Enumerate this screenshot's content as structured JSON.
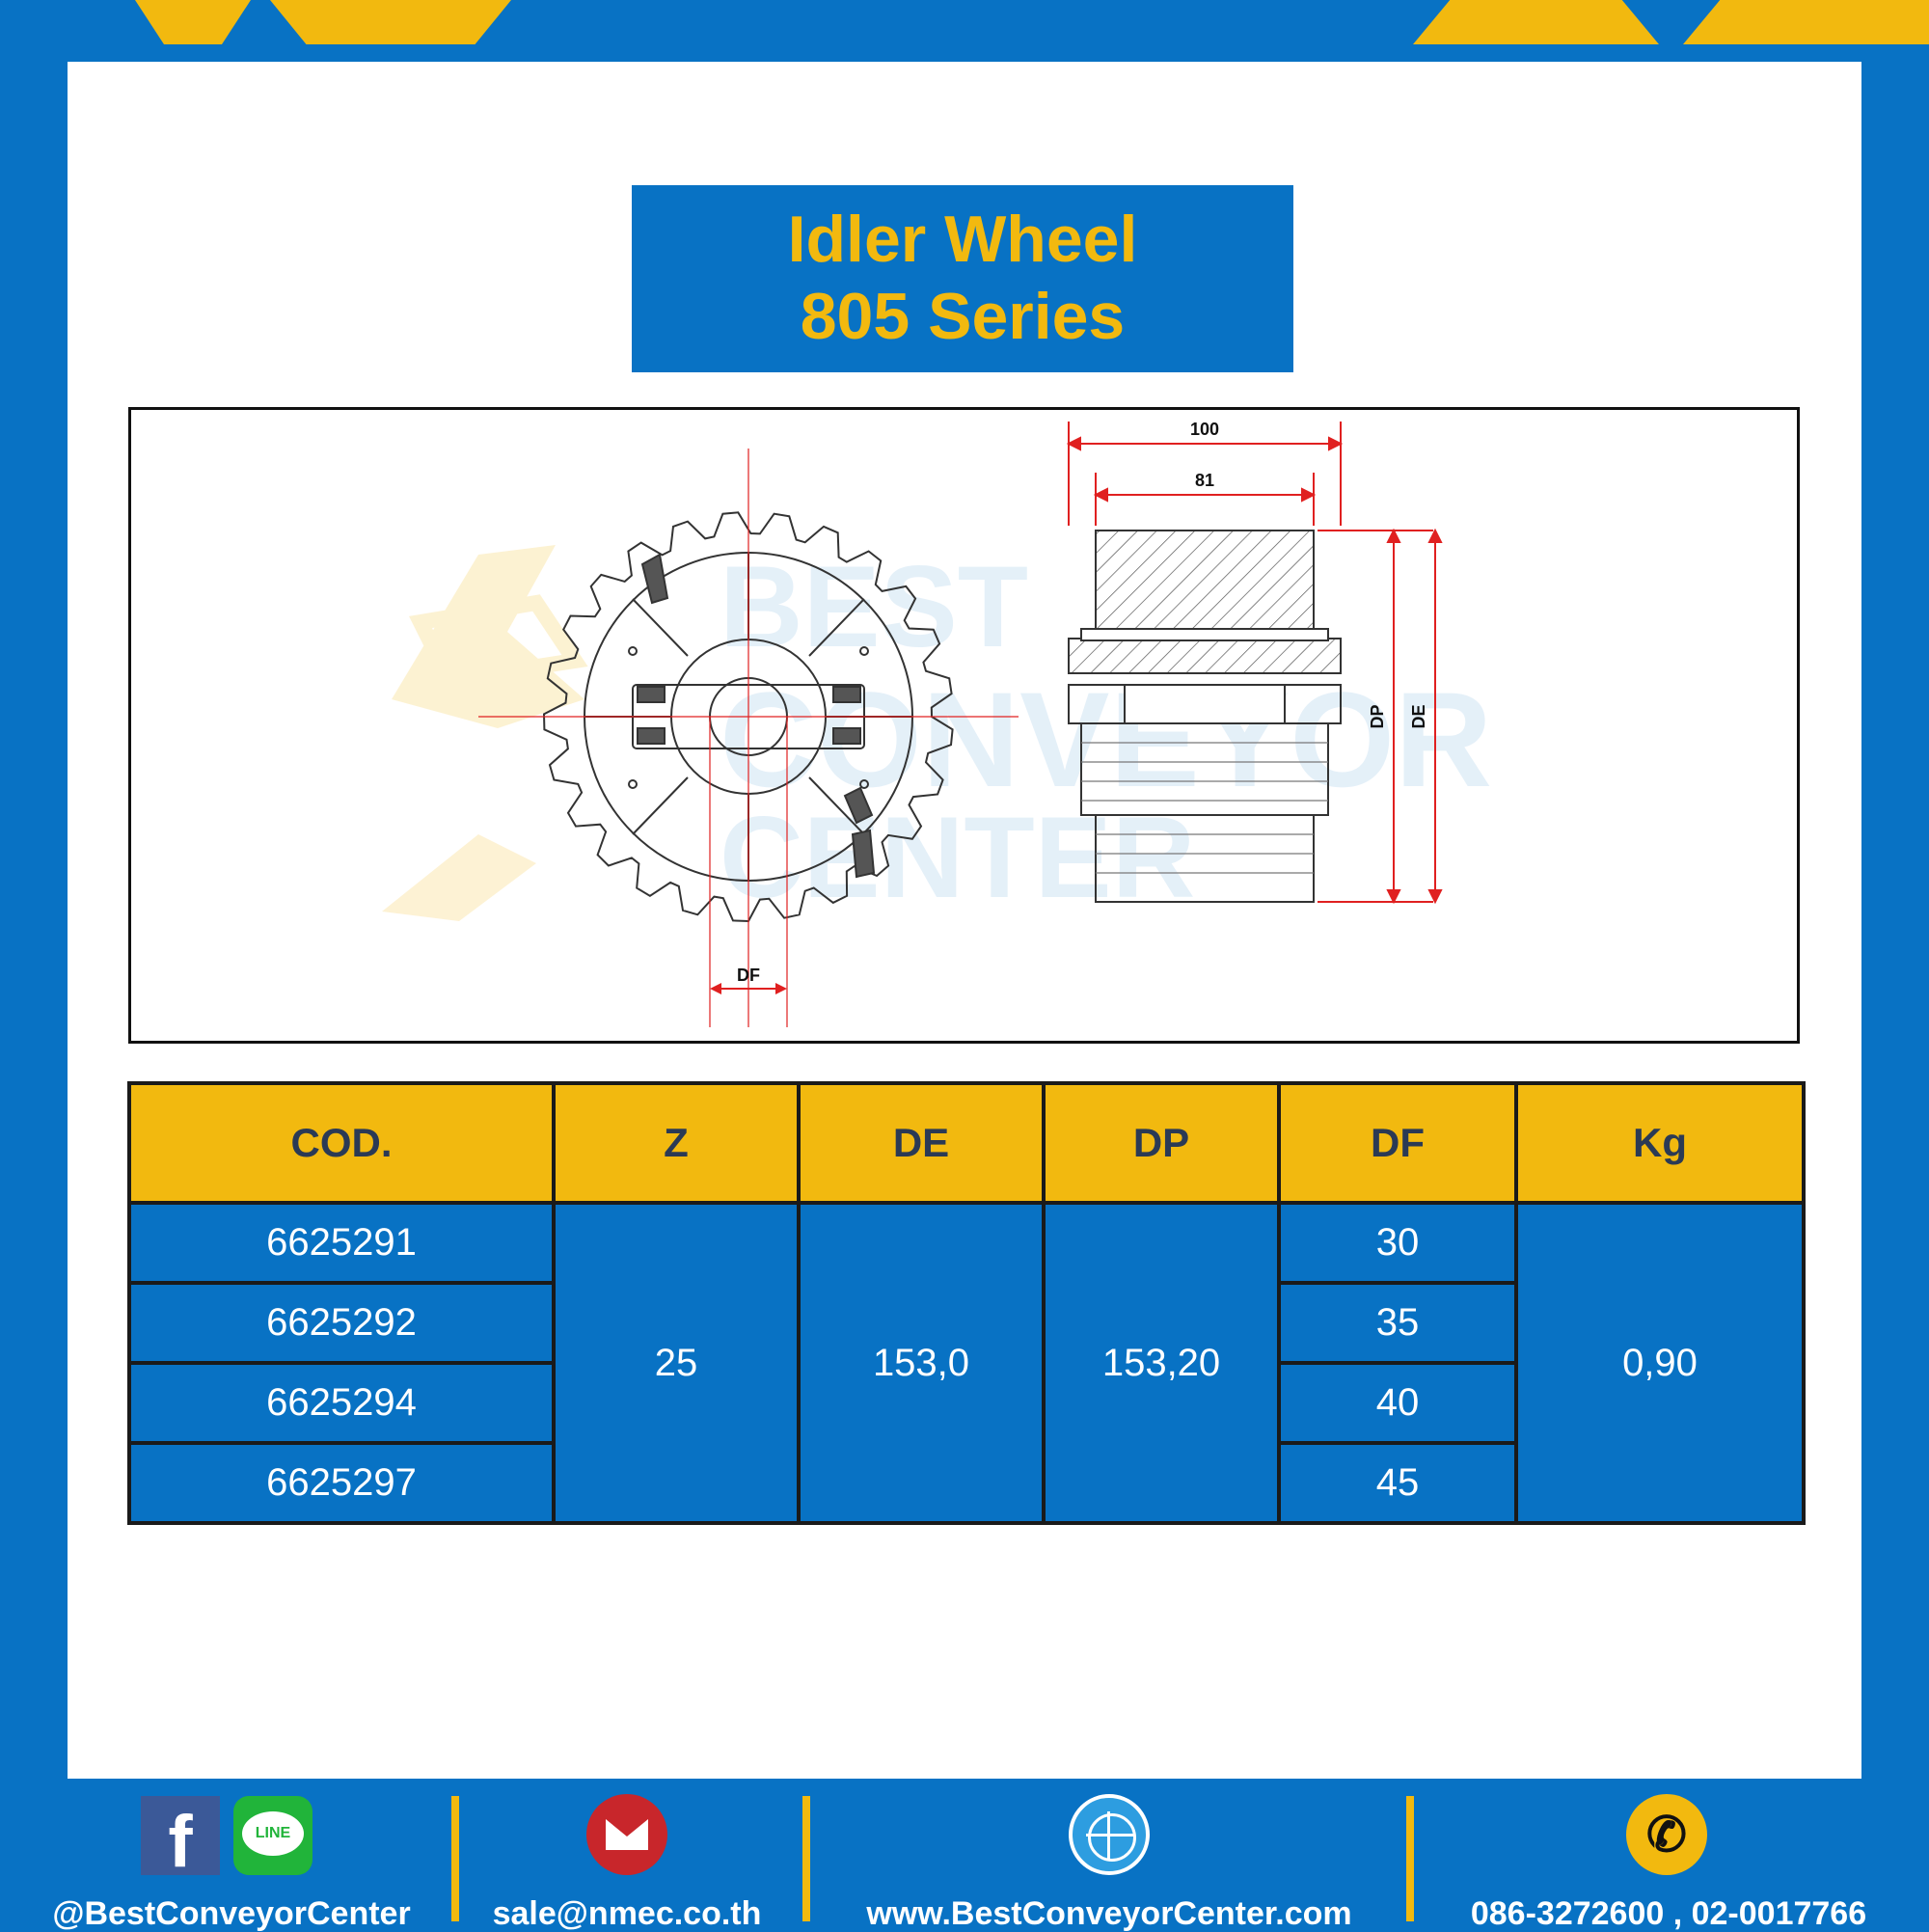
{
  "title": {
    "line1": "Idler Wheel",
    "line2": "805 Series"
  },
  "drawing": {
    "dim_100": "100",
    "dim_81": "81",
    "label_dp": "DP",
    "label_de": "DE",
    "label_df": "DF",
    "watermark": {
      "line1": "BEST",
      "line2": "CONVEYOR",
      "line3": "CENTER"
    }
  },
  "table": {
    "headers": [
      "COD.",
      "Z",
      "DE",
      "DP",
      "DF",
      "Kg"
    ],
    "codes": [
      "6625291",
      "6625292",
      "6625294",
      "6625297"
    ],
    "z": "25",
    "de": "153,0",
    "dp": "153,20",
    "df": [
      "30",
      "35",
      "40",
      "45"
    ],
    "kg": "0,90"
  },
  "footer": {
    "social": "@BestConveyorCenter",
    "email": "sale@nmec.co.th",
    "website": "www.BestConveyorCenter.com",
    "phone": "086-3272600 , 02-0017766",
    "line_badge": "LINE"
  },
  "colors": {
    "blue": "#0872c4",
    "yellow": "#f2b90f",
    "header_text": "#2b3a55"
  }
}
